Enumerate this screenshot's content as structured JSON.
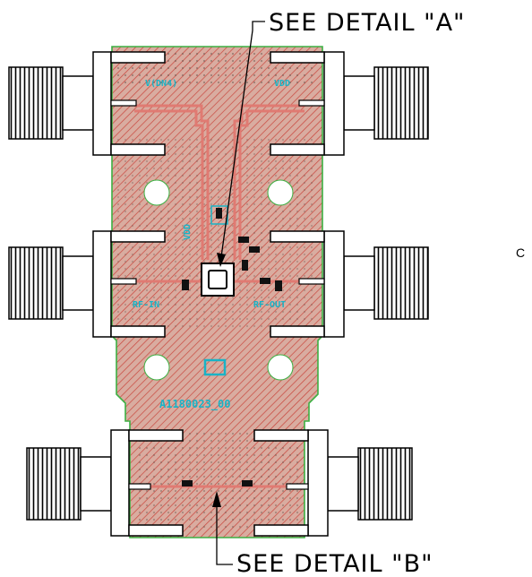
{
  "callouts": {
    "detail_a": "SEE DETAIL \"A\"",
    "detail_b": "SEE DETAIL \"B\""
  },
  "board_labels": {
    "vdd_left": "V(DN4)",
    "vdd_right": "VDD",
    "rf_in": "RF-IN",
    "rf_out": "RF-OUT",
    "part_number": "A1180023_00",
    "side_text": "VDD"
  },
  "side_mark": "C",
  "colors": {
    "board_fill": "#d9aca0",
    "hatch": "#c9463d",
    "outline": "#3cb043",
    "silkscreen": "#19b3c6",
    "trace": "#e07a72",
    "ink": "#000000"
  }
}
